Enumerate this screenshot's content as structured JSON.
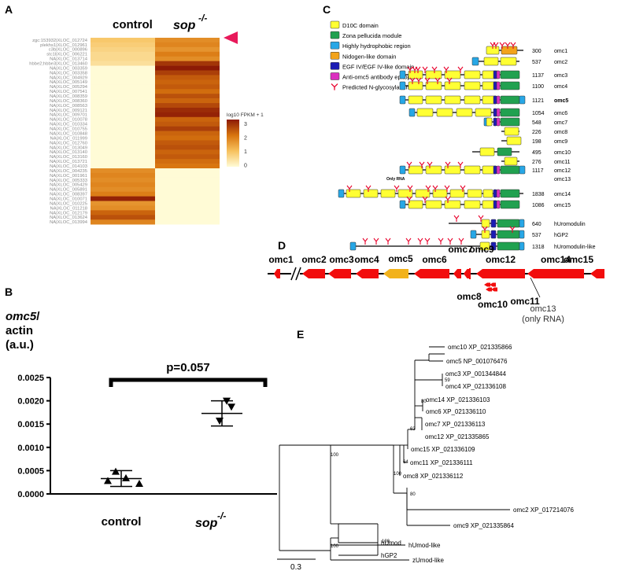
{
  "panels": {
    "a": {
      "letter": "A",
      "col_control": "control",
      "col_sop": "sop",
      "col_sop_sup": "-/-",
      "legend_title": "log10 FPKM + 1",
      "legend_ticks": [
        "3",
        "2",
        "1",
        "0"
      ],
      "genes": [
        "zgc:153932|XLOC_012724",
        "plekhs1|XLOC_012961",
        "c3b|XLOC_000896",
        "stc1l|XLOC_006221",
        "NA|XLOC_013714",
        "hbbe2;hbbe3|XLOC_013460",
        "NA|XLOC_003359",
        "NA|XLOC_003358",
        "NA|XLOC_004929",
        "NA|XLOC_005149",
        "NA|XLOC_005294",
        "NA|XLOC_007541",
        "NA|XLOC_008359",
        "NA|XLOC_008360",
        "NA|XLOC_008563",
        "NA|XLOC_009121",
        "NA|XLOC_009701",
        "NA|XLOC_010078",
        "NA|XLOC_010334",
        "NA|XLOC_010755",
        "NA|XLOC_010848",
        "NA|XLOC_011999",
        "NA|XLOC_012760",
        "NA|XLOC_013049",
        "NA|XLOC_013140",
        "NA|XLOC_013160",
        "NA|XLOC_013721",
        "NA|XLOC_014103",
        "NA|XLOC_004235",
        "NA|XLOC_001961",
        "NA|XLOC_005333",
        "NA|XLOC_005429",
        "NA|XLOC_005891",
        "NA|XLOC_008397",
        "NA|XLOC_010071",
        "NA|XLOC_010225",
        "NA|XLOC_011218",
        "NA|XLOC_012179",
        "NA|XLOC_013624",
        "NA|XLOC_013994"
      ],
      "control_values": [
        0.9,
        0.8,
        0.7,
        0.6,
        0.6,
        0.5,
        0,
        0,
        0,
        0,
        0,
        0,
        0,
        0,
        0,
        0,
        0,
        0,
        0,
        0,
        0,
        0,
        0,
        0,
        0,
        0,
        0,
        0,
        1.7,
        1.8,
        1.7,
        1.8,
        1.7,
        1.9,
        2.9,
        1.6,
        1.7,
        2.2,
        2.4,
        1.8
      ],
      "sop_values": [
        1.7,
        1.8,
        1.6,
        1.9,
        1.7,
        2.7,
        3.0,
        2.6,
        2.3,
        2.2,
        2.3,
        2.1,
        2.4,
        2.2,
        2.5,
        2.8,
        2.9,
        2.2,
        2.3,
        2.6,
        2.2,
        2.1,
        2.3,
        2.4,
        2.2,
        2.3,
        2.1,
        2.0,
        0,
        0,
        0,
        0,
        0,
        0,
        0,
        0,
        0,
        0,
        0,
        0
      ]
    },
    "b": {
      "letter": "B",
      "ylabel_gene": "omc5",
      "ylabel_rest": "/",
      "ylabel_line2": "actin",
      "ylabel_line3": "(a.u.)",
      "pvalue": "p=0.057",
      "xlab_control": "control",
      "xlab_sop": "sop",
      "xlab_sop_sup": "-/-",
      "chart_data": {
        "type": "scatter",
        "categories": [
          "control",
          "sop-/-"
        ],
        "y_ticks": [
          "0.0000",
          "0.0005",
          "0.0010",
          "0.0015",
          "0.0020",
          "0.0025"
        ],
        "ylim": [
          0,
          0.0025
        ],
        "points": [
          [
            0.00048,
            0.00022,
            0.00028,
            0.00034
          ],
          [
            0.002,
            0.00157,
            0.00187
          ]
        ],
        "means": [
          0.00033,
          0.00173
        ],
        "sd": [
          0.00017,
          0.00027
        ]
      }
    },
    "c": {
      "letter": "C",
      "legend": [
        {
          "label": "D10C domain",
          "color": "#ffff33"
        },
        {
          "label": "Zona pellucida module",
          "color": "#21a150"
        },
        {
          "label": "Highly hydrophobic region",
          "color": "#27a7e6"
        },
        {
          "label": "Nidogen-like domain",
          "color": "#f2a31b"
        },
        {
          "label": "EGF IV/EGF IV-like domain",
          "color": "#1c1cb4"
        },
        {
          "label": "Anti-omc5 antibody epitope",
          "color": "#dc2fbf"
        },
        {
          "label": "Predicted N-glycosylation sites",
          "color": "#e8002a"
        }
      ],
      "only_rna": "Only RNA",
      "rows": [
        {
          "len": "300",
          "name": "omc1",
          "bold": false
        },
        {
          "len": "537",
          "name": "omc2",
          "bold": false
        },
        {
          "len": "1137",
          "name": "omc3",
          "bold": false
        },
        {
          "len": "1100",
          "name": "omc4",
          "bold": false
        },
        {
          "len": "1121",
          "name": "omc5",
          "bold": true
        },
        {
          "len": "1054",
          "name": "omc6",
          "bold": false
        },
        {
          "len": "548",
          "name": "omc7",
          "bold": false
        },
        {
          "len": "226",
          "name": "omc8",
          "bold": false
        },
        {
          "len": "198",
          "name": "omc9",
          "bold": false
        },
        {
          "len": "495",
          "name": "omc10",
          "bold": false
        },
        {
          "len": "276",
          "name": "omc11",
          "bold": false
        },
        {
          "len": "1117",
          "name": "omc12",
          "bold": false
        },
        {
          "len": "",
          "name": "omc13",
          "bold": false
        },
        {
          "len": "1838",
          "name": "omc14",
          "bold": false
        },
        {
          "len": "1086",
          "name": "omc15",
          "bold": false
        },
        {
          "len": "640",
          "name": "hUromodulin",
          "bold": false
        },
        {
          "len": "537",
          "name": "hGP2",
          "bold": false
        },
        {
          "len": "1318",
          "name": "hUromodulin-like",
          "bold": false
        }
      ]
    },
    "d": {
      "letter": "D",
      "top_labels": [
        "omc1",
        "omc2",
        "omc3",
        "omc4",
        "omc5",
        "omc6",
        "omc7",
        "omc9",
        "omc12",
        "omc14",
        "omc15"
      ],
      "bottom_labels": [
        "omc8",
        "omc10",
        "omc11"
      ],
      "omc13_line1": "omc13",
      "omc13_line2": "(only RNA)"
    },
    "e": {
      "letter": "E",
      "taxa": [
        "omc10 XP_021335866",
        "omc5 NP_001076476",
        "omc3 XP_001344844",
        "omc4 XP_021336108",
        "omc14 XP_021336103",
        "omc6 XP_021336110",
        "omc7 XP_021336113",
        "omc12 XP_021335865",
        "omc15 XP_021336109",
        "omc11 XP_021336111",
        "omc8 XP_021336112",
        "omc2 XP_017214076",
        "omc9 XP_021335864",
        "hUmod",
        "hGP2",
        "hUmod-like",
        "zUmod-like"
      ],
      "bootstrap": [
        "59",
        "80",
        "63",
        "64",
        "100",
        "80",
        "100",
        "100",
        "100"
      ],
      "scale": "0.3"
    }
  }
}
